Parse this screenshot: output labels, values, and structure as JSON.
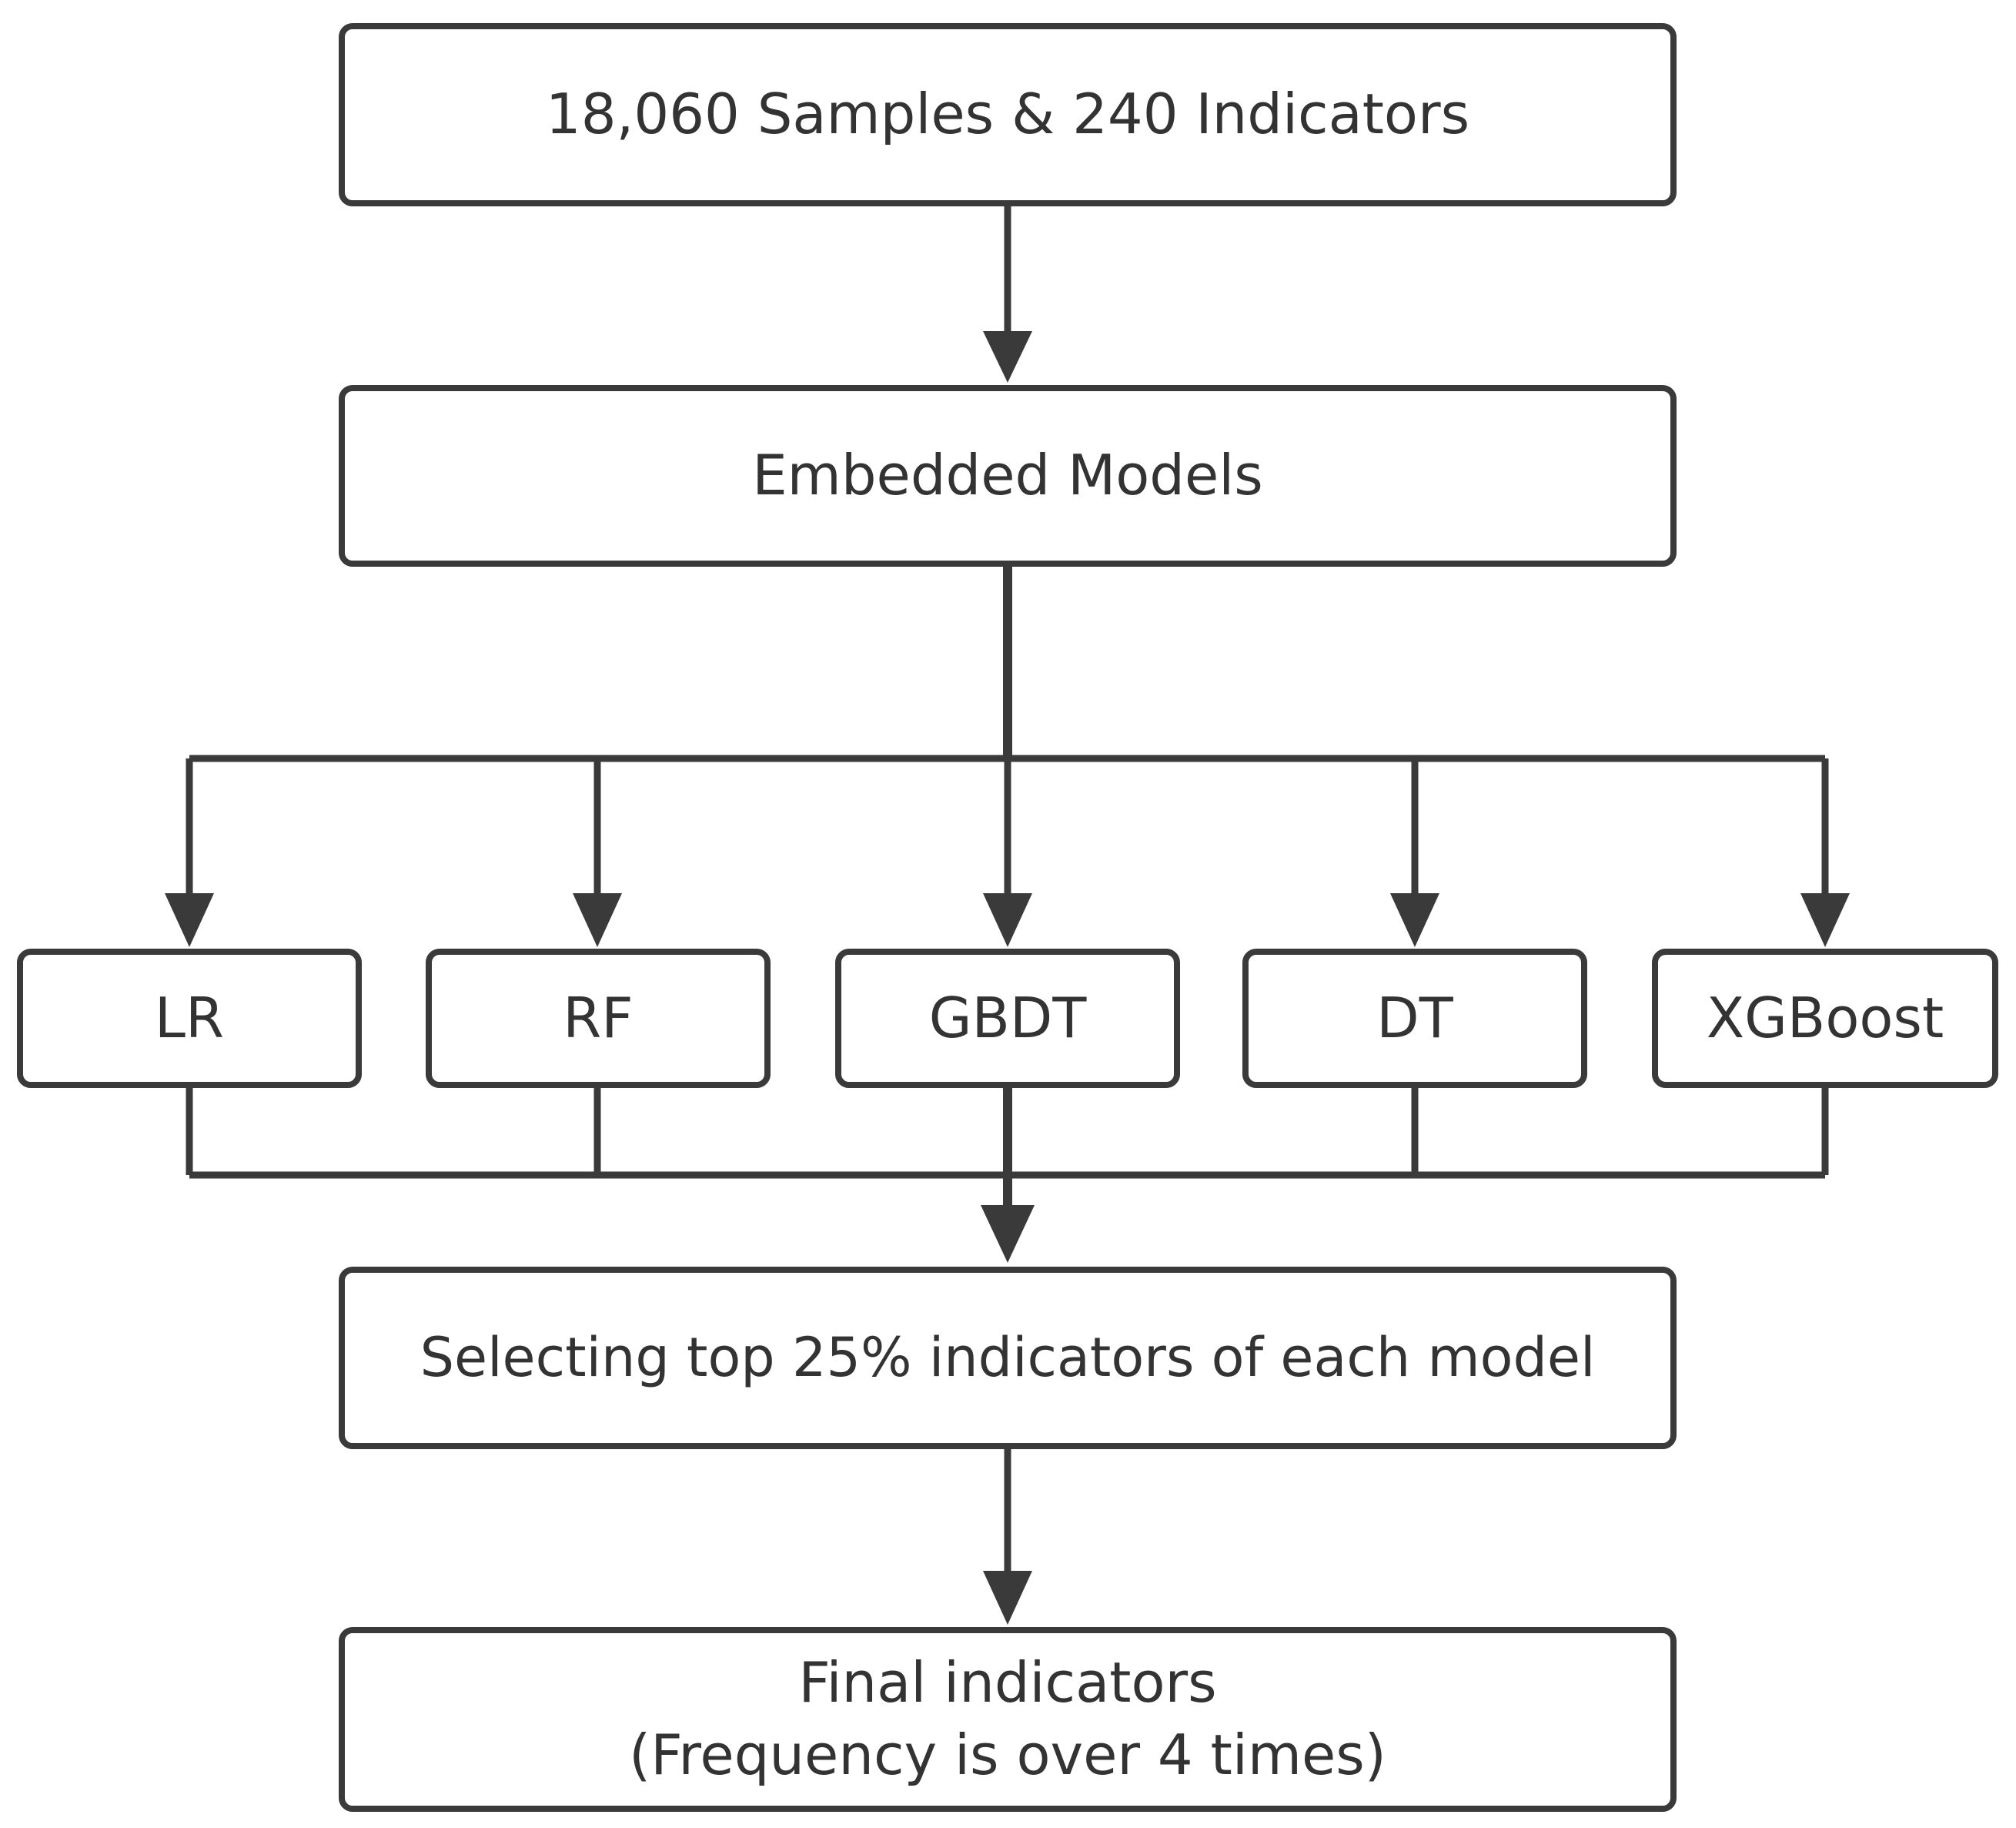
{
  "nodes": {
    "samples": "18,060 Samples & 240 Indicators",
    "embedded": "Embedded Models",
    "models": [
      "LR",
      "RF",
      "GBDT",
      "DT",
      "XGBoost"
    ],
    "selecting": "Selecting top 25% indicators of each model",
    "final_line1": "Final indicators",
    "final_line2": "(Frequency is over 4 times)"
  },
  "colors": {
    "stroke": "#3a3a3a",
    "text": "#333333",
    "background": "#ffffff"
  }
}
